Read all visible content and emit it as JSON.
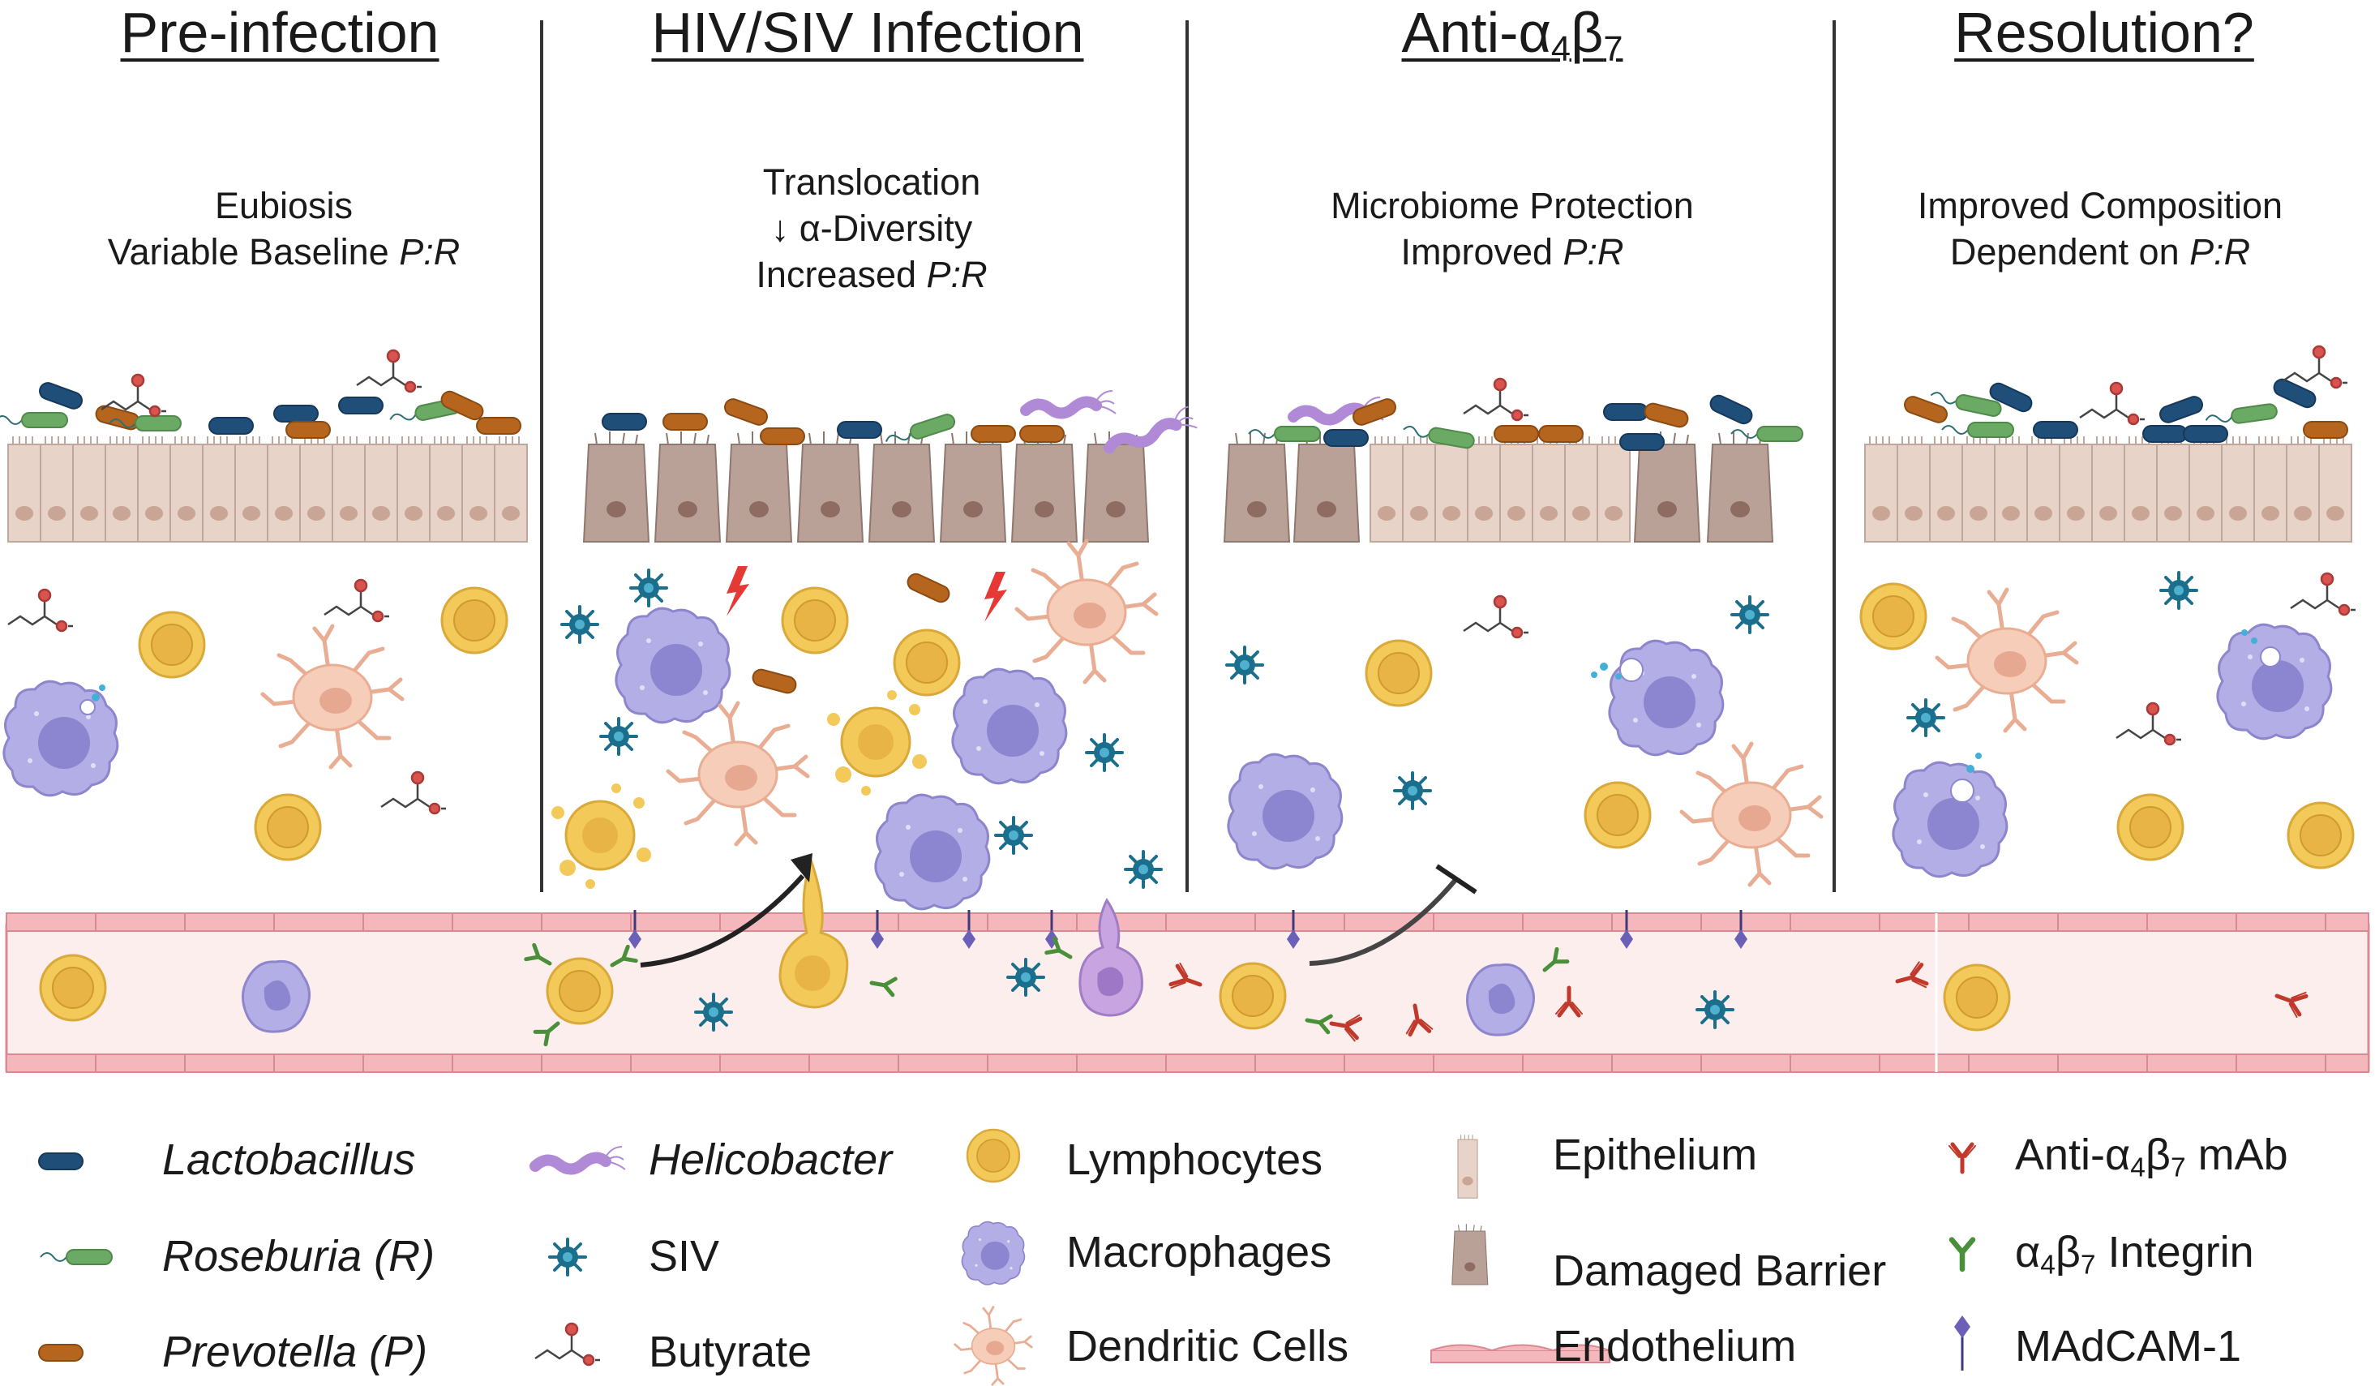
{
  "panels": [
    {
      "title": "Pre-infection",
      "caption": [
        {
          "text": "Eubiosis"
        },
        {
          "text": "Variable Baseline ",
          "italic": "P:R"
        }
      ]
    },
    {
      "title": "HIV/SIV Infection",
      "caption": [
        {
          "text": "Translocation"
        },
        {
          "text": "↓ α-Diversity"
        },
        {
          "text": "Increased ",
          "italic": "P:R"
        }
      ]
    },
    {
      "title_main": "Anti-α",
      "title_sub1": "4",
      "title_mid": "β",
      "title_sub2": "7",
      "caption": [
        {
          "text": "Microbiome Protection"
        },
        {
          "text": "Improved ",
          "italic": "P:R"
        }
      ]
    },
    {
      "title": "Resolution?",
      "caption": [
        {
          "text": "Improved Composition"
        },
        {
          "text": "Dependent on ",
          "italic": "P:R"
        }
      ]
    }
  ],
  "legend": {
    "lactobacillus": "Lactobacillus",
    "roseburia": "Roseburia (R)",
    "prevotella": "Prevotella (P)",
    "helicobacter": "Helicobacter",
    "siv": "SIV",
    "butyrate": "Butyrate",
    "lymphocytes": "Lymphocytes",
    "macrophages": "Macrophages",
    "dendritic": "Dendritic Cells",
    "epithelium": "Epithelium",
    "damaged": "Damaged Barrier",
    "endothelium": "Endothelium",
    "mab_prefix": "Anti-α",
    "mab_s1": "4",
    "mab_mid": "β",
    "mab_s2": "7",
    "mab_suffix": " mAb",
    "int_prefix": "α",
    "int_s1": "4",
    "int_mid": "β",
    "int_s2": "7",
    "int_suffix": " Integrin",
    "madcam": "MAdCAM-1"
  },
  "colors": {
    "lactobacillus": "#1f4e79",
    "roseburia": "#6aaa64",
    "prevotella": "#b5651d",
    "lymphocyte": "#f3c95a",
    "macrophage": "#a8a2dc",
    "dendritic": "#f6cdb8",
    "siv": "#1c6f8c",
    "epithelium": "#e8d3c8",
    "damaged": "#b9a197",
    "endothelium": "#f4b8bc",
    "mab": "#c0392b",
    "integrin": "#4a8f3a",
    "madcam": "#5b4fa0"
  }
}
